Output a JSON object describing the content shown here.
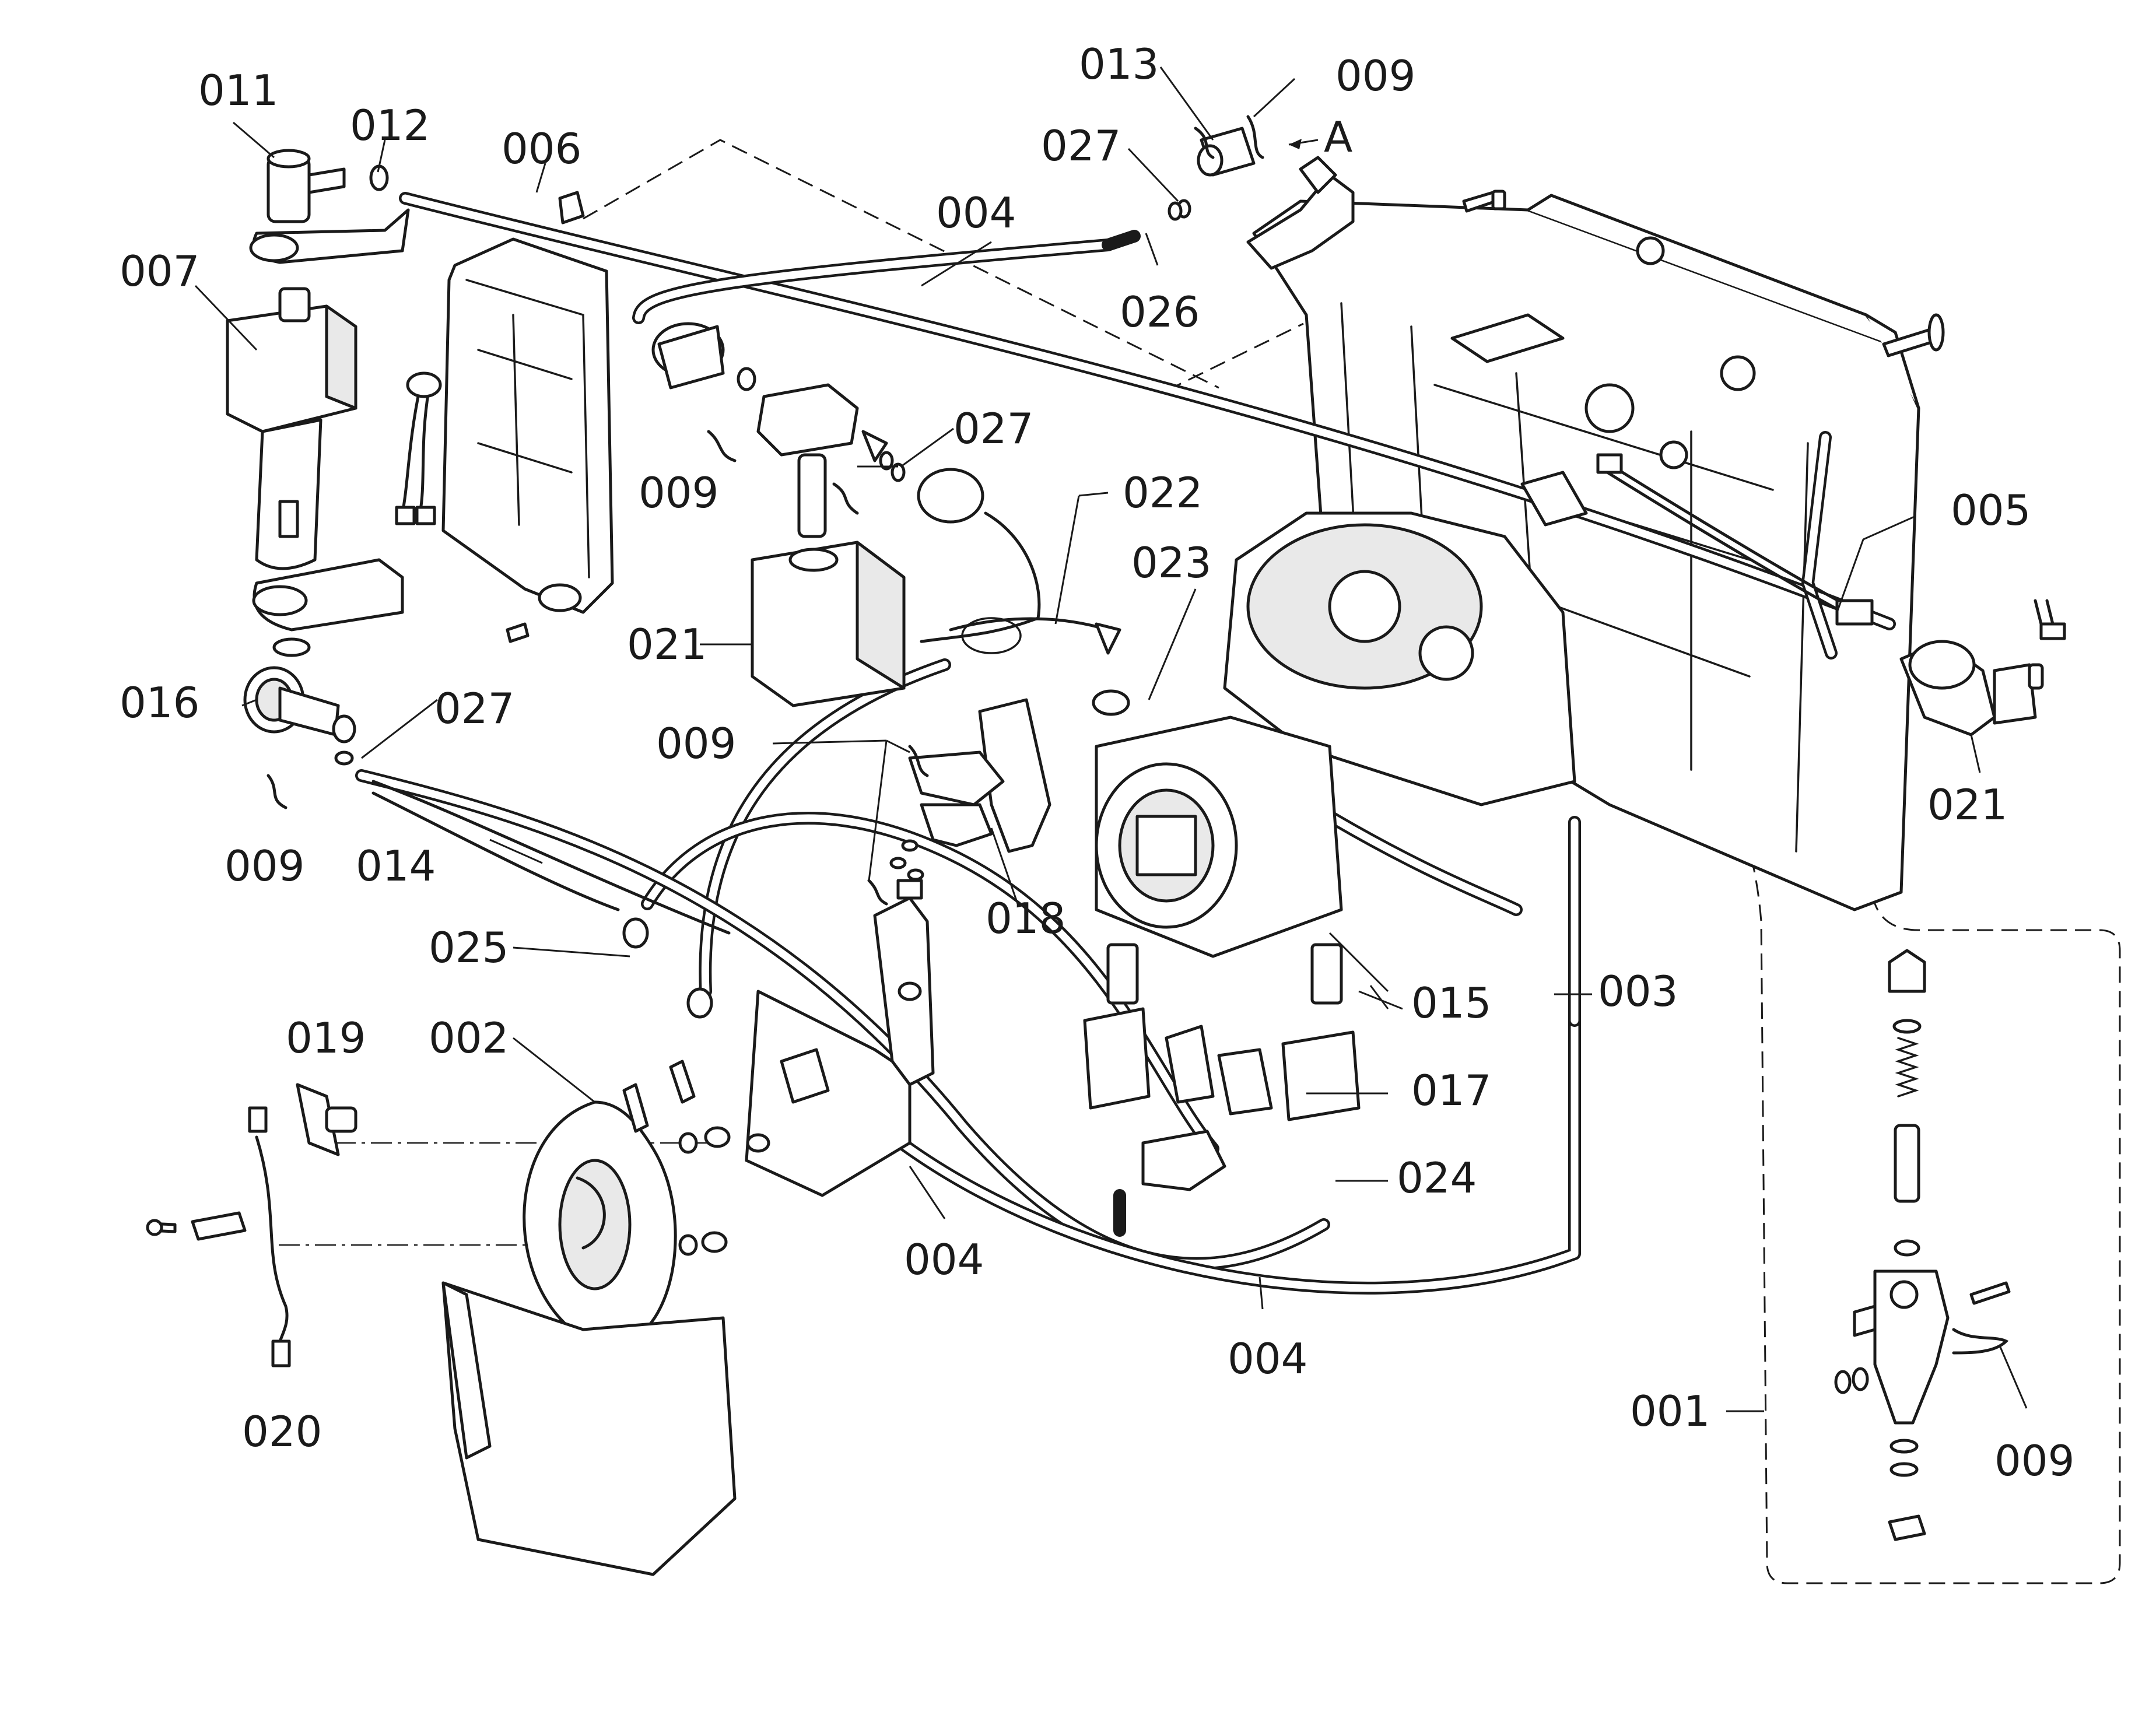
{
  "diagram": {
    "callouts": {
      "c001": "001",
      "c002": "002",
      "c003": "003",
      "c004a": "004",
      "c004b": "004",
      "c004c": "004",
      "c005": "005",
      "c006": "006",
      "c007": "007",
      "c009a": "009",
      "c009b": "009",
      "c009c": "009",
      "c009d": "009",
      "c009e": "009",
      "c011": "011",
      "c012": "012",
      "c013": "013",
      "c014": "014",
      "c015": "015",
      "c016": "016",
      "c017": "017",
      "c018": "018",
      "c019": "019",
      "c020": "020",
      "c021a": "021",
      "c021b": "021",
      "c022": "022",
      "c023": "023",
      "c024": "024",
      "c025": "025",
      "c026": "026",
      "c027a": "027",
      "c027b": "027",
      "c027c": "027",
      "view_arrow": "A"
    }
  }
}
